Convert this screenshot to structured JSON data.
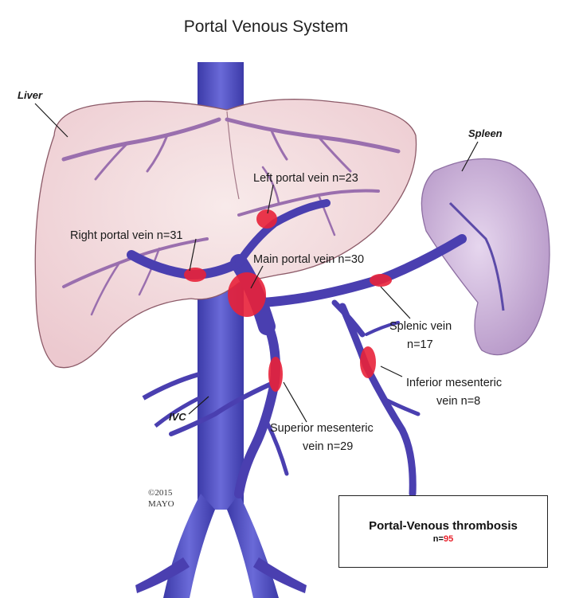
{
  "title": "Portal Venous System",
  "organs": {
    "liver": "Liver",
    "spleen": "Spleen",
    "ivc": "IVC"
  },
  "labels": {
    "left_portal": "Left portal vein n=23",
    "right_portal": "Right portal vein n=31",
    "main_portal": "Main portal vein n=30",
    "splenic_1": "Splenic vein",
    "splenic_2": "n=17",
    "inferior_1": "Inferior mesenteric",
    "inferior_2": "vein n=8",
    "superior_1": "Superior mesenteric",
    "superior_2": "vein n=29"
  },
  "copyright": {
    "line1": "©2015",
    "line2": "MAYO"
  },
  "summary": {
    "title": "Portal-Venous thrombosis",
    "n_prefix": "n=",
    "n_value": "95"
  },
  "colors": {
    "vein": "#4a3fb0",
    "thrombus": "#e8223a",
    "liver": "#f3dede",
    "spleen": "#c9b2d6"
  }
}
